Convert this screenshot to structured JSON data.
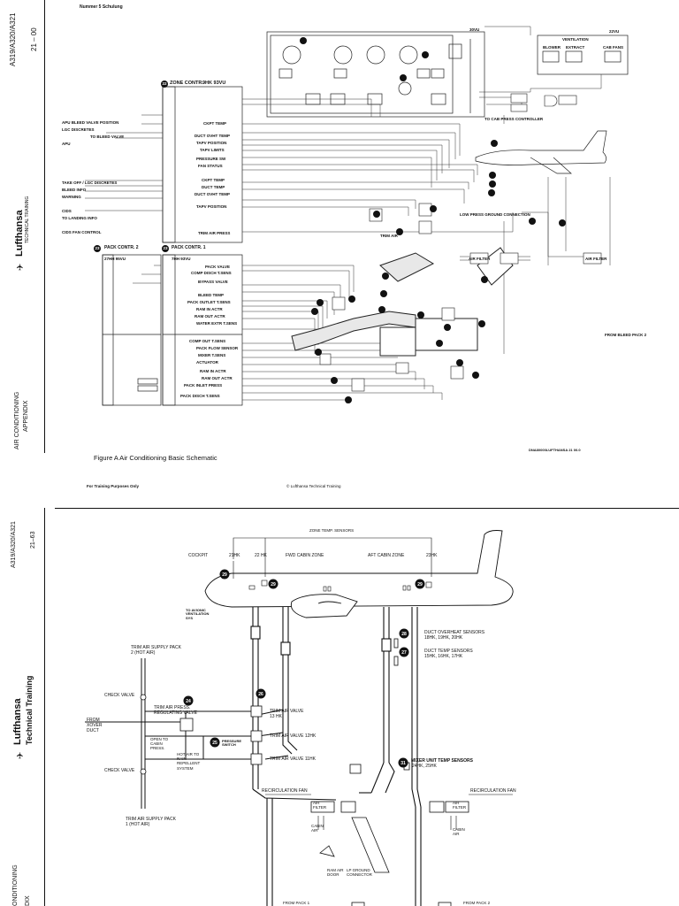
{
  "page1": {
    "header_left": "Nummer 5 Schulung",
    "margin": {
      "aircraft": "A319/A320/A321",
      "ata": "21 – 00",
      "brand": "Lufthansa",
      "brand_sub": "TECHNICAL TRAINING",
      "chapter": "AIR CONDITIONING",
      "chapter_sub": "APPENDIX"
    },
    "zone_controller": {
      "num": "22",
      "title": "ZONE CONTR.",
      "sub": "9HK 93VU"
    },
    "pack_controller_2": {
      "num": "23",
      "title": "PACK CONTR. 2",
      "sub": "27HH 95VU"
    },
    "pack_controller_1": {
      "num": "23",
      "title": "PACK CONTR. 1",
      "sub": "7HH 93VU"
    },
    "left_inputs": [
      "APU BLEED VALVE POSITION",
      "LGC DISCRETES",
      "TO BLEED VALVE",
      "APU",
      "TAKE OFF / LGC DISCRETES",
      "BLEED INFO",
      "WARNING",
      "CIDS",
      "TO LANDING INFO",
      "CIDS FAN CONTROL"
    ],
    "zone_outputs": [
      "CKPT TEMP",
      "DUCT OVHT TEMP",
      "TAPV POSITION",
      "TAPV LIMITS",
      "PRESSURE SW",
      "FAN STATUS",
      "CKPT TEMP",
      "DUCT TEMP",
      "DUCT OVHT TEMP",
      "TAPV POSITION",
      "TRIM AIR PRESS"
    ],
    "pack_outputs": [
      "PACK VALVE",
      "COMP DISCH T.SENS",
      "BYPASS VALVE",
      "BLEED TEMP",
      "PACK OUTLET T.SENS",
      "RAM IN ACTR",
      "RAM OUT ACTR",
      "WATER EXTR T.SENS",
      "COMP OUT T.SENS",
      "PACK FLOW SENSOR",
      "MIXER T.SENS",
      "ACTUATOR",
      "RAM IN ACTR",
      "RAM OUT ACTR",
      "PACK INLET PRESS",
      "PACK DISCH T.SENS"
    ],
    "panel_ventilation": {
      "title": "VENTILATION",
      "vu": "22VU",
      "buttons": [
        "BLOWER",
        "EXTRACT",
        "CAB FANS"
      ]
    },
    "panel_main_vu": "30VU",
    "side_labels": [
      "TO CAB PRESS CONTROLLER",
      "LOW PRESS GROUND CONNECTION",
      "TRIM AIR"
    ],
    "pack_labels": [
      "AIR FILTER",
      "AIR FILTER",
      "FROM BLEED PACK 2"
    ],
    "figure_caption": "Figure A    Air Conditioning Basic Schematic",
    "drawing_ref": "DNA80000LUFTHANSA 21 00.0"
  },
  "page2": {
    "header_left": "For Training Purposes Only",
    "header_center": "© Lufthansa Technical Training",
    "margin": {
      "aircraft": "A319/A320/A321",
      "ata": "21–63",
      "brand": "Lufthansa",
      "brand_sub": "Technical Training",
      "chapter": "ONDITIONING",
      "chapter_sub": "DIX"
    },
    "zone_temp_sensors": "ZONE TEMP. SENSORS",
    "cockpit": "COCKPIT",
    "sensor_21": "21HK",
    "sensor_22": "22 HK",
    "fwd_cabin": "FWD CABIN ZONE",
    "aft_cabin": "AFT CABIN ZONE",
    "sensor_23": "23HK",
    "to_avionics": "TO AVIONIC VENTILATION SYS",
    "duct_overheat": "DUCT OVERHEAT SENSORS",
    "duct_overheat_ids": "18HK, 19HK, 20HK",
    "duct_temp": "DUCT TEMP SENSORS",
    "duct_temp_ids": "15HK, 16HK, 17HK",
    "trim_supply_2": "TRIM AIR SUPPLY PACK 2 (HOT AIR)",
    "trim_supply_1": "TRIM AIR SUPPLY PACK 1 (HOT AIR)",
    "check_valve_top": "CHECK VALVE",
    "check_valve_bottom": "CHECK VALVE",
    "from_xover": "FROM XOVER DUCT",
    "trim_press_valve": "TRIM AIR PRESS. REGULATING VALVE",
    "open_to_cabin": "OPEN TO CABIN PRESS.",
    "hot_air_rain": "HOT AIR TO RAIN REPELLENT SYSTEM",
    "pressure_switch": "PRESSURE SWITCH",
    "trim_valve_13": "TRIM AIR VALVE 13 HK",
    "trim_valve_12": "TRIM AIR VALVE 12HK",
    "trim_valve_11": "TRIM AIR VALVE 11HK",
    "mixer_sensors": "MIXER UNIT TEMP SENSORS",
    "mixer_sensor_ids": "24HK, 25HK",
    "recirc_fan_left": "RECIRCULATION FAN",
    "recirc_fan_right": "RECIRCULATION FAN",
    "air_filter_left": "AIR FILTER",
    "air_filter_right": "AIR FILTER",
    "cabin_air_left": "CABIN AIR",
    "cabin_air_right": "CABIN AIR",
    "ram_air_door": "RAM AIR DOOR",
    "lp_ground": "LP GROUND CONNECTOR",
    "from_pack_1": "FROM PACK 1",
    "from_pack_2": "FROM PACK 2",
    "callouts": [
      "29",
      "28",
      "27",
      "26",
      "24",
      "25",
      "31"
    ]
  }
}
